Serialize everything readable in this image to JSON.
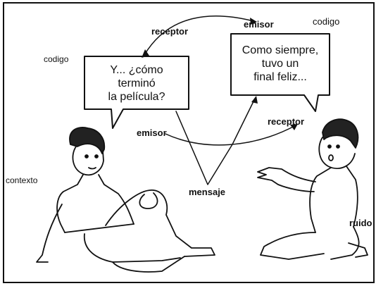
{
  "labels": {
    "receptor_top": "receptor",
    "emisor_top": "emisor",
    "codigo_right": "codigo",
    "codigo_left": "codigo",
    "emisor_left": "emisor",
    "receptor_right": "receptor",
    "contexto": "contexto",
    "mensaje": "mensaje",
    "ruido": "ruido"
  },
  "bubbles": {
    "left": [
      "Y... ¿cómo",
      "terminó",
      "la película?"
    ],
    "right": [
      "Como siempre,",
      "tuvo un",
      "final feliz..."
    ]
  }
}
